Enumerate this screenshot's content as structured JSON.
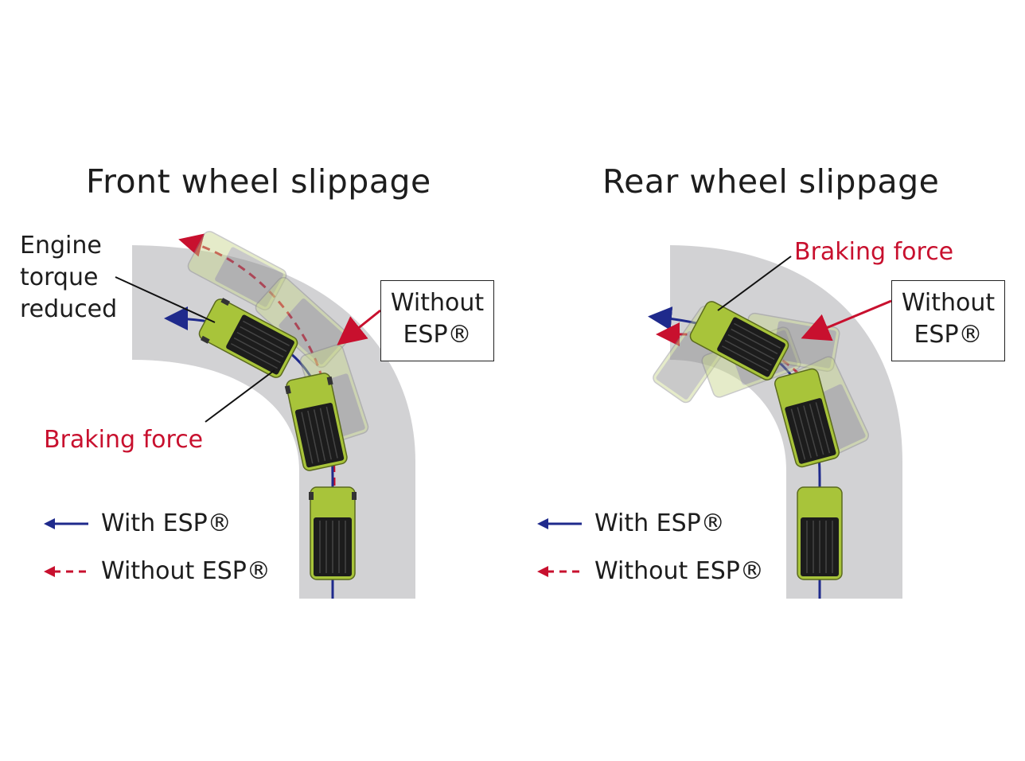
{
  "colors": {
    "road": "#d2d2d4",
    "car_body": "#a8c43a",
    "car_roof": "#1c1c1c",
    "with_esp_arrow": "#1f2a8c",
    "without_esp_arrow": "#c8102e",
    "braking_text": "#c8102e"
  },
  "front": {
    "title": "Front wheel slippage",
    "engine_label": "Engine\ntorque\nreduced",
    "without_box": "Without\nESP®",
    "braking_label": "Braking force",
    "legend_with": "With ESP®",
    "legend_without": "Without ESP®"
  },
  "rear": {
    "title": "Rear wheel slippage",
    "braking_label": "Braking force",
    "without_box": "Without\nESP®",
    "legend_with": "With ESP®",
    "legend_without": "Without ESP®"
  }
}
